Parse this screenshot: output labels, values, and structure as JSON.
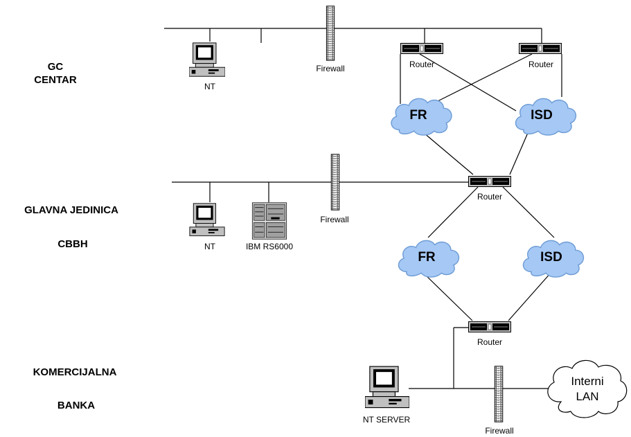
{
  "sections": {
    "gc_line1": "GC",
    "gc_line2": "CENTAR",
    "glavna": "GLAVNA JEDINICA",
    "cbbh": "CBBH",
    "komercijalna": "KOMERCIJALNA",
    "banka": "BANKA"
  },
  "labels": {
    "nt": "NT",
    "firewall": "Firewall",
    "router": "Router",
    "ibm": "IBM RS6000",
    "nt_server": "NT SERVER",
    "cloud_fr": "FR",
    "cloud_isd": "ISD",
    "lan_line1": "Interni",
    "lan_line2": "LAN"
  },
  "colors": {
    "cloud_fill": "#a5c8f5",
    "line": "#000000",
    "device_fill": "#c0c0c0",
    "screen_fill": "#000000"
  }
}
